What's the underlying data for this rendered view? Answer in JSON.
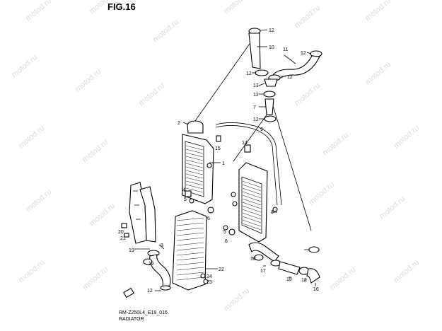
{
  "figure": {
    "title": "FIG.16",
    "code": "RM-Z250L4_E19_016",
    "name": "RADIATOR"
  },
  "watermark": "motod.ru",
  "callouts": [
    "12",
    "10",
    "11",
    "12",
    "12",
    "12",
    "13",
    "12",
    "7",
    "12",
    "9",
    "2",
    "15",
    "1",
    "14",
    "4",
    "5",
    "6",
    "3",
    "20",
    "21",
    "19",
    "8",
    "12",
    "22",
    "24",
    "23",
    "12",
    "5",
    "6",
    "12",
    "17",
    "18",
    "12",
    "16"
  ]
}
